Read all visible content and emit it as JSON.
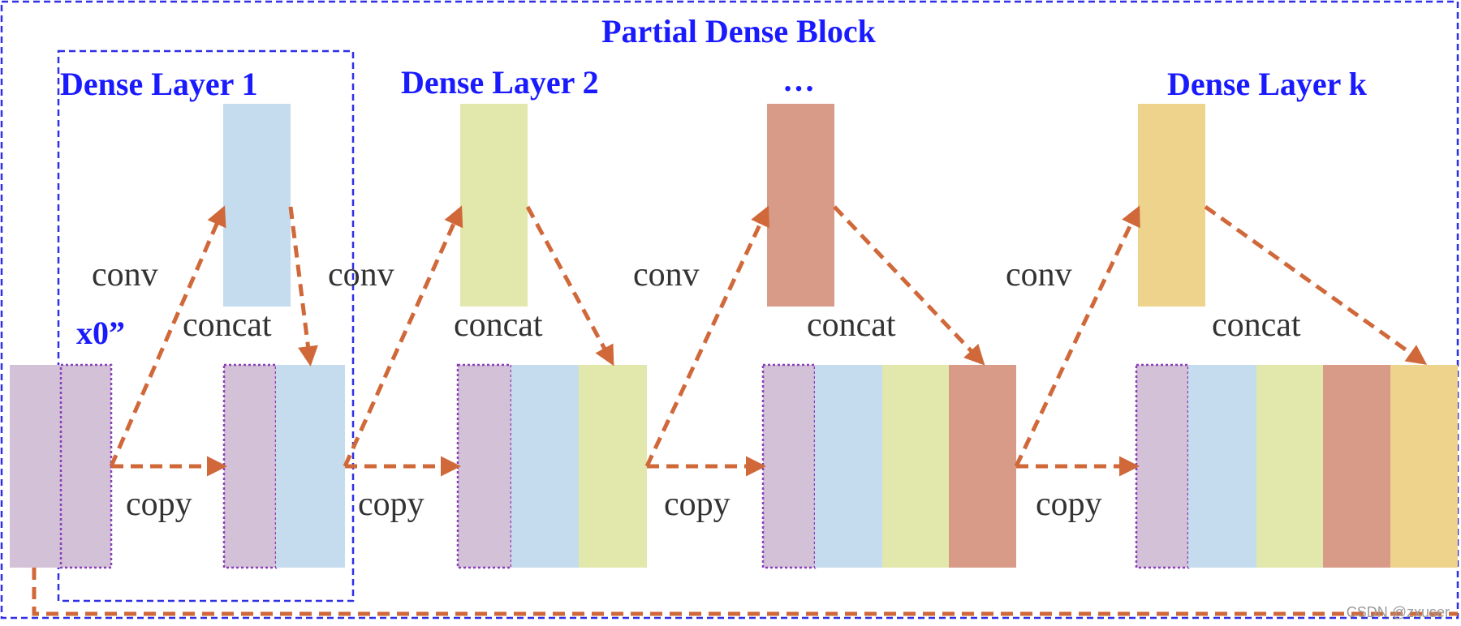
{
  "diagram": {
    "block_title": "Partial Dense Block",
    "layer_titles": [
      "Dense Layer 1",
      "Dense Layer 2",
      "…",
      "Dense Layer k"
    ],
    "input_label": "x0”",
    "op_conv": "conv",
    "op_concat": "concat",
    "op_copy": "copy",
    "watermark": "CSDN @zxuser",
    "colors": {
      "input": "#d3c1d8",
      "layer1": "#c4dcee",
      "layer2": "#e2e7ac",
      "layer3": "#d79b88",
      "layerk": "#eed38d",
      "arrow": "#d0683a",
      "frame": "#2f2fe6",
      "partial_border": "#8a3fb8"
    }
  }
}
